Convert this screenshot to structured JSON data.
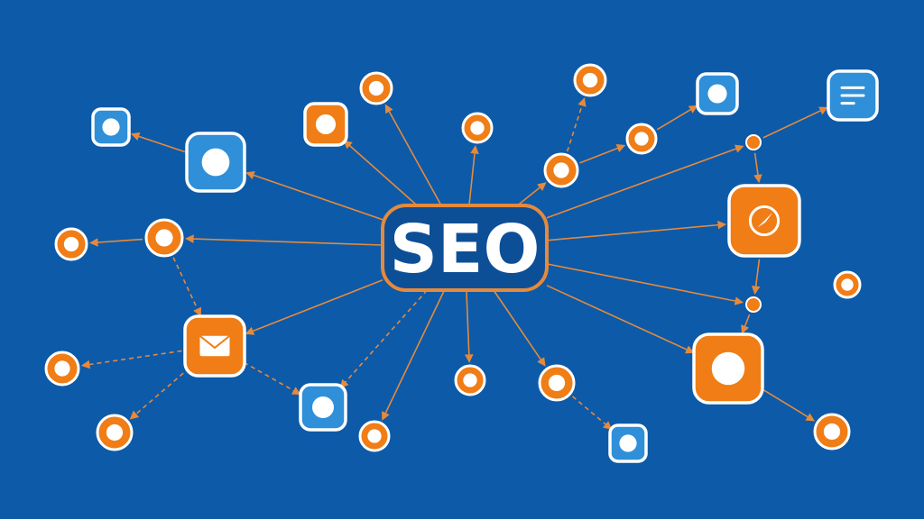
{
  "hub": {
    "label": "SEO"
  },
  "colors": {
    "background": "#0d5aa8",
    "orange": "#f07d16",
    "blue": "#2f8fd8",
    "white": "#ffffff",
    "connector": "#e58a3c"
  },
  "nodes": [
    {
      "name": "small-orange-dot-top-left",
      "kind": "orange-dot",
      "icon": "circle-icon"
    },
    {
      "name": "small-orange-dot-top-center",
      "kind": "orange-dot",
      "icon": "circle-icon"
    },
    {
      "name": "small-orange-dot-top-right",
      "kind": "orange-dot",
      "icon": "circle-icon"
    },
    {
      "name": "mail-node",
      "kind": "orange-tile",
      "icon": "mail-icon"
    },
    {
      "name": "compass-node",
      "kind": "orange-tile",
      "icon": "compass-icon"
    },
    {
      "name": "document-node",
      "kind": "blue-tile",
      "icon": "document-icon"
    }
  ]
}
